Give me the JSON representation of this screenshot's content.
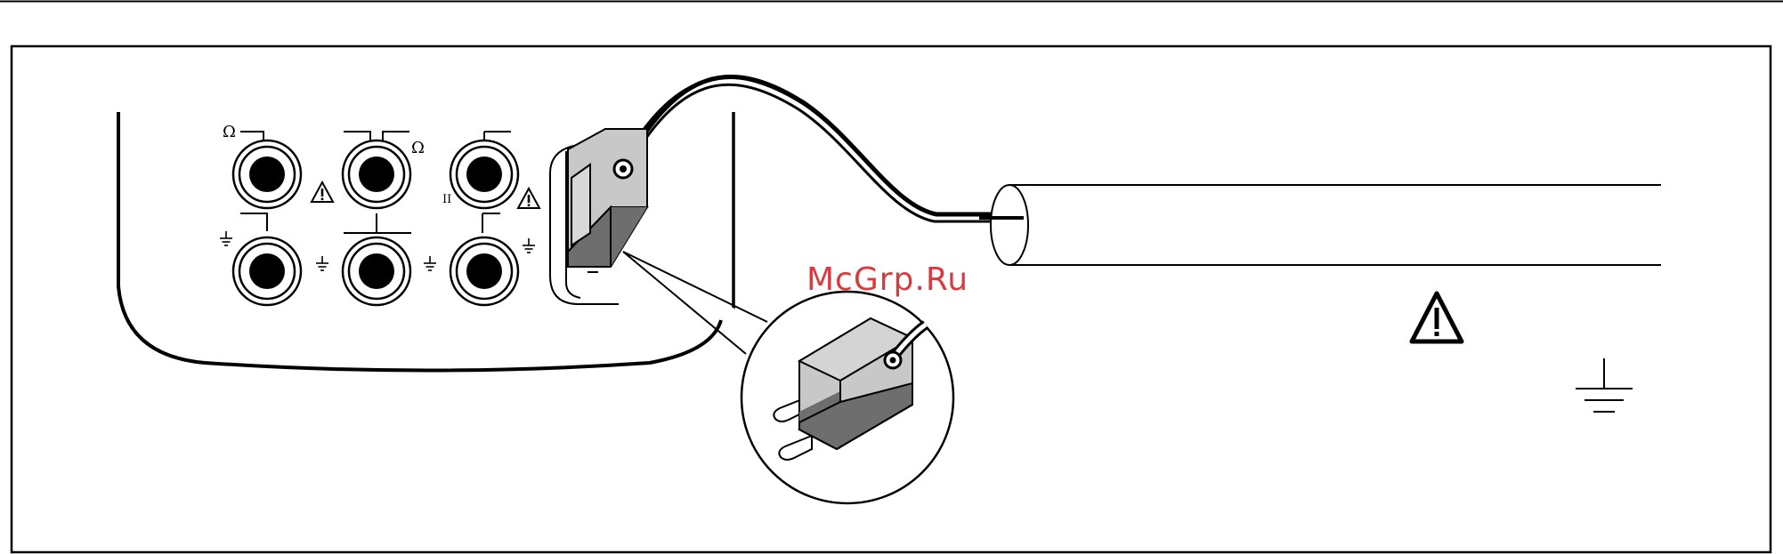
{
  "figure": {
    "terminal_labels": {
      "ohm_left": "Ω",
      "ohm_right": "Ω",
      "roman_two": "II"
    },
    "icons": [
      "warning-triangle-icon",
      "ground-symbol-icon",
      "thermocouple-plug-icon",
      "cable-icon"
    ],
    "watermark_text": "McGrp.Ru",
    "colors": {
      "line": "#000000",
      "plug_light": "#c8c8c8",
      "plug_dark": "#6e6e6e",
      "watermark": "#d0191f"
    }
  }
}
